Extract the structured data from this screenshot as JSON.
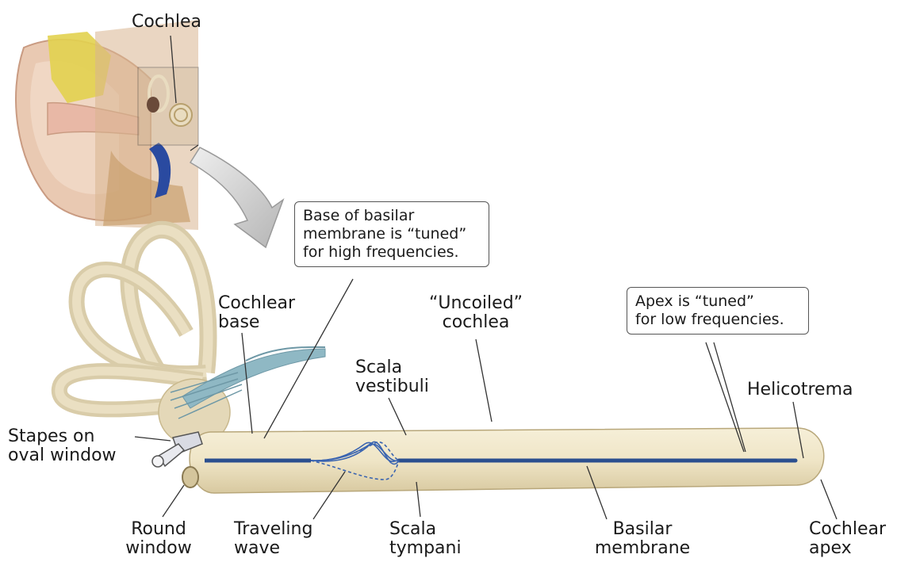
{
  "labels": {
    "cochlea": "Cochlea",
    "cochlear_base": [
      "Cochlear",
      "base"
    ],
    "uncoiled_cochlea": [
      "“Uncoiled”",
      "cochlea"
    ],
    "scala_vestibuli": [
      "Scala",
      "vestibuli"
    ],
    "helicotrema": "Helicotrema",
    "stapes": [
      "Stapes on",
      "oval window"
    ],
    "round_window": [
      "Round",
      "window"
    ],
    "traveling_wave": [
      "Traveling",
      "wave"
    ],
    "scala_tympani": [
      "Scala",
      "tympani"
    ],
    "basilar_membrane": [
      "Basilar",
      "membrane"
    ],
    "cochlear_apex": [
      "Cochlear",
      "apex"
    ]
  },
  "callouts": {
    "base": [
      "Base of basilar",
      "membrane is “tuned”",
      "for high frequencies."
    ],
    "apex": [
      "Apex is “tuned”",
      "for low frequencies."
    ]
  },
  "colors": {
    "tube": "#efe6c8",
    "tube_edge": "#c9b98e",
    "basilar_membrane": "#2b4f8f",
    "nerve": "#8fb8c4",
    "canal": "#e3d7b8",
    "arrow": "#c9c9c9"
  }
}
